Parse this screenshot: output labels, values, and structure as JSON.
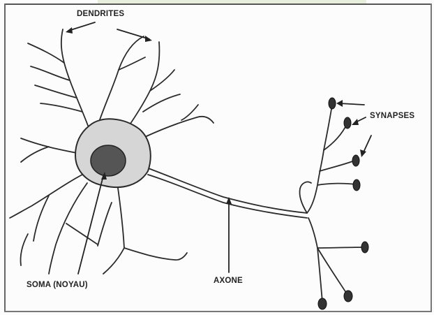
{
  "labels": {
    "dendrites": "DENDRITES",
    "synapses": "SYNAPSES",
    "soma": "SOMA (NOYAU)",
    "axone": "AXONE"
  },
  "colors": {
    "ink": "#222222",
    "soma_fill": "#d6d6d6",
    "nucleus_fill": "#555555",
    "terminal_fill": "#333333",
    "top_strip": "#e8eedc"
  },
  "icons": [
    "arrow-icon"
  ]
}
